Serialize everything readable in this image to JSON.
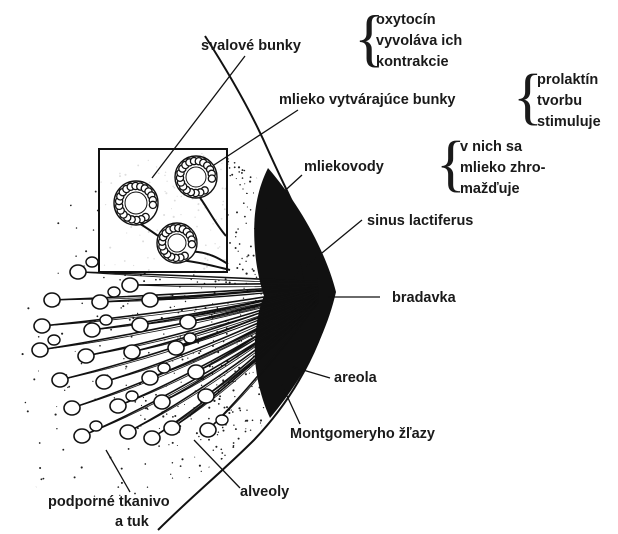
{
  "labels": {
    "svalove_bunky": "svalové bunky",
    "mlieko_vytvarajuce_bunky": "mlieko vytvárajúce bunky",
    "mliekovody": "mliekovody",
    "sinus_lactiferus": "sinus lactiferus",
    "bradavka": "bradavka",
    "areola": "areola",
    "montgomeryho_zlazy": "Montgomeryho žľazy",
    "alveoly": "alveoly",
    "podporne_tkanivo_1": "podporné tkanivo",
    "podporne_tkanivo_2": "a tuk"
  },
  "notes": {
    "oxytocin": [
      "oxytocín",
      "vyvoláva ich",
      "kontrakcie"
    ],
    "prolaktin": [
      "prolaktín",
      "tvorbu",
      "stimuluje"
    ],
    "mlieko": [
      "v nich sa",
      "mlieko zhro-",
      "mažďuje"
    ]
  }
}
